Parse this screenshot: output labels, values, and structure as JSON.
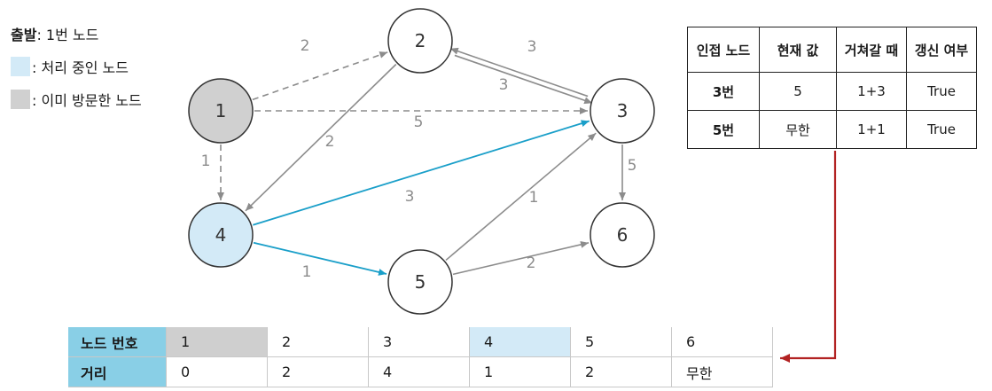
{
  "legend": {
    "start_label": "출발",
    "start_value": ": 1번 노드",
    "processing_label": ": 처리 중인 노드",
    "visited_label": ": 이미 방문한 노드"
  },
  "colors": {
    "processing_fill": "#d3eaf7",
    "visited_fill": "#d0d0d0",
    "current_edge": "#1a9fc9",
    "normal_edge": "#8c8c8c",
    "table_header": "#89cfe6",
    "pointer_arrow": "#b22222"
  },
  "graph": {
    "nodes": [
      {
        "id": "1",
        "label": "1",
        "state": "visited"
      },
      {
        "id": "2",
        "label": "2",
        "state": "normal"
      },
      {
        "id": "3",
        "label": "3",
        "state": "normal"
      },
      {
        "id": "4",
        "label": "4",
        "state": "processing"
      },
      {
        "id": "5",
        "label": "5",
        "state": "normal"
      },
      {
        "id": "6",
        "label": "6",
        "state": "normal"
      }
    ],
    "edges": [
      {
        "from": "1",
        "to": "2",
        "weight": "2",
        "style": "dashed"
      },
      {
        "from": "1",
        "to": "3",
        "weight": "5",
        "style": "dashed"
      },
      {
        "from": "1",
        "to": "4",
        "weight": "1",
        "style": "dashed"
      },
      {
        "from": "2",
        "to": "3",
        "weight": "3",
        "style": "solid"
      },
      {
        "from": "3",
        "to": "2",
        "weight": "3",
        "style": "solid"
      },
      {
        "from": "2",
        "to": "4",
        "weight": "2",
        "style": "solid"
      },
      {
        "from": "3",
        "to": "6",
        "weight": "5",
        "style": "solid"
      },
      {
        "from": "4",
        "to": "3",
        "weight": "3",
        "style": "current"
      },
      {
        "from": "4",
        "to": "5",
        "weight": "1",
        "style": "current"
      },
      {
        "from": "5",
        "to": "3",
        "weight": "1",
        "style": "solid"
      },
      {
        "from": "5",
        "to": "6",
        "weight": "2",
        "style": "solid"
      }
    ]
  },
  "update_table": {
    "headers": [
      "인접 노드",
      "현재 값",
      "거쳐갈 때",
      "갱신 여부"
    ],
    "rows": [
      [
        "3번",
        "5",
        "1+3",
        "True"
      ],
      [
        "5번",
        "무한",
        "1+1",
        "True"
      ]
    ]
  },
  "distance_table": {
    "row_headers": [
      "노드 번호",
      "거리"
    ],
    "nodes": [
      "1",
      "2",
      "3",
      "4",
      "5",
      "6"
    ],
    "distances": [
      "0",
      "2",
      "4",
      "1",
      "2",
      "무한"
    ],
    "node_states": [
      "visited",
      "normal",
      "normal",
      "processing",
      "normal",
      "normal"
    ]
  }
}
